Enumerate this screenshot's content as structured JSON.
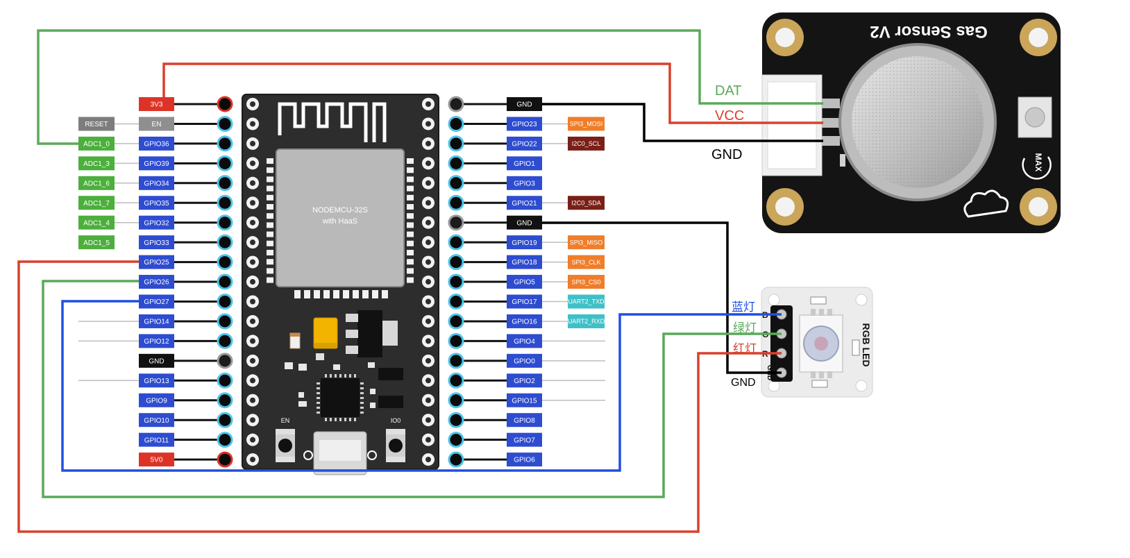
{
  "board": {
    "name_line1": "NODEMCU-32S",
    "name_line2": "with HaaS",
    "button_en": "EN",
    "button_io0": "IO0"
  },
  "left_pins": [
    {
      "label": "3V3",
      "fill": "#dd3327",
      "pin": "power",
      "wire": true
    },
    {
      "label": "EN",
      "fill": "#8f8f8f",
      "pin": "blue",
      "wire": true
    },
    {
      "label": "GPIO36",
      "fill": "#2e4cd0",
      "pin": "blue",
      "wire": true
    },
    {
      "label": "GPIO39",
      "fill": "#2e4cd0",
      "pin": "blue",
      "wire": true
    },
    {
      "label": "GPIO34",
      "fill": "#2e4cd0",
      "pin": "blue",
      "wire": true
    },
    {
      "label": "GPIO35",
      "fill": "#2e4cd0",
      "pin": "blue",
      "wire": true
    },
    {
      "label": "GPIO32",
      "fill": "#2e4cd0",
      "pin": "blue",
      "wire": true
    },
    {
      "label": "GPIO33",
      "fill": "#2e4cd0",
      "pin": "blue",
      "wire": true
    },
    {
      "label": "GPIO25",
      "fill": "#2e4cd0",
      "pin": "blue",
      "wire": true
    },
    {
      "label": "GPIO26",
      "fill": "#2e4cd0",
      "pin": "blue",
      "wire": true
    },
    {
      "label": "GPIO27",
      "fill": "#2e4cd0",
      "pin": "blue",
      "wire": true
    },
    {
      "label": "GPIO14",
      "fill": "#2e4cd0",
      "pin": "blue",
      "wire": true
    },
    {
      "label": "GPIO12",
      "fill": "#2e4cd0",
      "pin": "blue",
      "wire": true
    },
    {
      "label": "GND",
      "fill": "#111111",
      "pin": "gnd",
      "wire": true
    },
    {
      "label": "GPIO13",
      "fill": "#2e4cd0",
      "pin": "blue",
      "wire": true
    },
    {
      "label": "GPIO9",
      "fill": "#2e4cd0",
      "pin": "blue",
      "wire": true
    },
    {
      "label": "GPIO10",
      "fill": "#2e4cd0",
      "pin": "blue",
      "wire": true
    },
    {
      "label": "GPIO11",
      "fill": "#2e4cd0",
      "pin": "blue",
      "wire": true
    },
    {
      "label": "5V0",
      "fill": "#dd3327",
      "pin": "power",
      "wire": true
    }
  ],
  "left_funcs": [
    {
      "row": 1,
      "label": "RESET",
      "fill": "#7d7d7d"
    },
    {
      "row": 2,
      "label": "ADC1_0",
      "fill": "#4caf3c"
    },
    {
      "row": 3,
      "label": "ADC1_3",
      "fill": "#4caf3c"
    },
    {
      "row": 4,
      "label": "ADC1_6",
      "fill": "#4caf3c"
    },
    {
      "row": 5,
      "label": "ADC1_7",
      "fill": "#4caf3c"
    },
    {
      "row": 6,
      "label": "ADC1_4",
      "fill": "#4caf3c"
    },
    {
      "row": 7,
      "label": "ADC1_5",
      "fill": "#4caf3c"
    }
  ],
  "right_pins": [
    {
      "label": "GND",
      "fill": "#111111",
      "pin": "gnd"
    },
    {
      "label": "GPIO23",
      "fill": "#2e4cd0",
      "pin": "blue"
    },
    {
      "label": "GPIO22",
      "fill": "#2e4cd0",
      "pin": "blue"
    },
    {
      "label": "GPIO1",
      "fill": "#2e4cd0",
      "pin": "blue"
    },
    {
      "label": "GPIO3",
      "fill": "#2e4cd0",
      "pin": "blue"
    },
    {
      "label": "GPIO21",
      "fill": "#2e4cd0",
      "pin": "blue"
    },
    {
      "label": "GND",
      "fill": "#111111",
      "pin": "gnd"
    },
    {
      "label": "GPIO19",
      "fill": "#2e4cd0",
      "pin": "blue"
    },
    {
      "label": "GPIO18",
      "fill": "#2e4cd0",
      "pin": "blue"
    },
    {
      "label": "GPIO5",
      "fill": "#2e4cd0",
      "pin": "blue"
    },
    {
      "label": "GPIO17",
      "fill": "#2e4cd0",
      "pin": "blue"
    },
    {
      "label": "GPIO16",
      "fill": "#2e4cd0",
      "pin": "blue"
    },
    {
      "label": "GPIO4",
      "fill": "#2e4cd0",
      "pin": "blue"
    },
    {
      "label": "GPIO0",
      "fill": "#2e4cd0",
      "pin": "blue"
    },
    {
      "label": "GPIO2",
      "fill": "#2e4cd0",
      "pin": "blue"
    },
    {
      "label": "GPIO15",
      "fill": "#2e4cd0",
      "pin": "blue"
    },
    {
      "label": "GPIO8",
      "fill": "#2e4cd0",
      "pin": "blue"
    },
    {
      "label": "GPIO7",
      "fill": "#2e4cd0",
      "pin": "blue"
    },
    {
      "label": "GPIO6",
      "fill": "#2e4cd0",
      "pin": "blue"
    }
  ],
  "right_funcs": [
    {
      "row": 1,
      "label": "SPI3_MOSI",
      "fill": "#f07d2a"
    },
    {
      "row": 2,
      "label": "I2C0_SCL",
      "fill": "#7a1f17"
    },
    {
      "row": 5,
      "label": "I2C0_SDA",
      "fill": "#7a1f17"
    },
    {
      "row": 7,
      "label": "SPI3_MISO",
      "fill": "#f07d2a"
    },
    {
      "row": 8,
      "label": "SPI3_CLK",
      "fill": "#f07d2a"
    },
    {
      "row": 9,
      "label": "SPI3_CS0",
      "fill": "#f07d2a"
    },
    {
      "row": 10,
      "label": "UART2_TXD",
      "fill": "#3fc0c8"
    },
    {
      "row": 11,
      "label": "UART2_RXD",
      "fill": "#3fc0c8"
    }
  ],
  "gas_sensor": {
    "title": "Gas Sensor V2",
    "max_label": "MAX",
    "pin_dat": "DAT",
    "pin_vcc": "VCC",
    "pin_gnd": "GND"
  },
  "rgb_led": {
    "title": "RGB LED",
    "pin_b": "B",
    "pin_g": "G",
    "pin_r": "R",
    "pin_gnd": "GND",
    "label_blue": "蓝灯",
    "label_green": "绿灯",
    "label_red": "红灯",
    "label_gnd": "GND"
  },
  "colors": {
    "wire_green": "#5aa95a",
    "wire_red": "#d9402b",
    "wire_blue": "#1f4fe0",
    "wire_black": "#000000",
    "board": "#2a2a2a",
    "pcb": "#1f1f1f",
    "gold": "#caa55a"
  }
}
